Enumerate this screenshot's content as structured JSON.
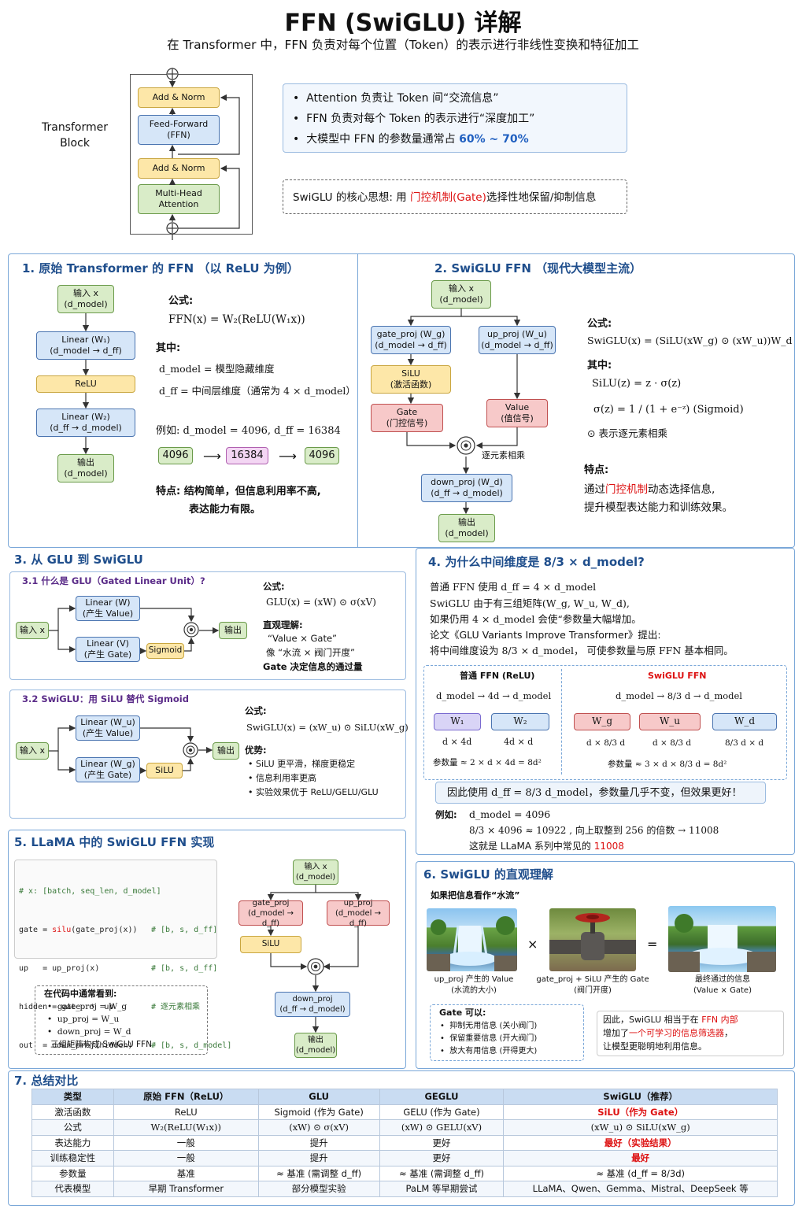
{
  "title": "FFN (SwiGLU) 详解",
  "subtitle": "在 Transformer 中，FFN 负责对每个位置（Token）的表示进行非线性变换和特征加工",
  "block": {
    "label": "Transformer Block",
    "add_norm": "Add & Norm",
    "ffn": "Feed-Forward (FFN)",
    "mha": "Multi-Head Attention"
  },
  "intro": {
    "b1": "Attention 负责让 Token 间“交流信息”",
    "b2": "FFN 负责对每个 Token 的表示进行“深度加工”",
    "b3": "大模型中 FFN 的参数量通常占",
    "b3_hl": "60% ~ 70%",
    "core_pre": "SwiGLU 的核心思想:   用",
    "core_hl": "门控机制(Gate)",
    "core_post": "选择性地保留/抑制信息"
  },
  "s1": {
    "title": "1.  原始 Transformer 的 FFN （以 ReLU 为例）",
    "in": "输入 x",
    "in2": "(d_model)",
    "l1": "Linear (W₁)",
    "l1b": "(d_model → d_ff)",
    "relu": "ReLU",
    "l2": "Linear (W₂)",
    "l2b": "(d_ff → d_model)",
    "out": "输出",
    "out2": "(d_model)",
    "formula_lbl": "公式:",
    "formula": "FFN(x) = W₂(ReLU(W₁x))",
    "where": "其中:",
    "dm": "d_model = 模型隐藏维度",
    "dff": "d_ff = 中间层维度（通常为 4 × d_model）",
    "ex": "例如:  d_model = 4096,  d_ff = 16384",
    "n1": "4096",
    "n2": "16384",
    "n3": "4096",
    "feat": "特点:  结构简单，但信息利用率不高,",
    "feat2": "表达能力有限。"
  },
  "s2": {
    "title": "2.  SwiGLU FFN （现代大模型主流）",
    "in": "输入 x",
    "in2": "(d_model)",
    "gp": "gate_proj (W_g)",
    "gp2": "(d_model → d_ff)",
    "up": "up_proj (W_u)",
    "up2": "(d_model → d_ff)",
    "silu": "SiLU",
    "silu2": "(激活函数)",
    "gate": "Gate",
    "gate2": "(门控信号)",
    "val": "Value",
    "val2": "(值信号)",
    "mul": "逐元素相乘",
    "down": "down_proj (W_d)",
    "down2": "(d_ff → d_model)",
    "out": "输出",
    "out2": "(d_model)",
    "formula_lbl": "公式:",
    "formula": "SwiGLU(x) = (SiLU(xW_g) ⊙ (xW_u))W_d",
    "where": "其中:",
    "silu_f": "SiLU(z) = z · σ(z)",
    "sig_f": "σ(z) = 1 / (1 + e⁻ᶻ)   (Sigmoid)",
    "odot": "⊙  表示逐元素相乘",
    "feat": "特点:",
    "feat_pre": "通过",
    "feat_hl": "门控机制",
    "feat_post": "动态选择信息,",
    "feat2": "提升模型表达能力和训练效果。"
  },
  "s3": {
    "title": "3. 从 GLU 到 SwiGLU",
    "t31": "3.1 什么是 GLU（Gated Linear Unit）?",
    "in": "输入 x",
    "lw": "Linear (W)",
    "lw2": "(产生 Value)",
    "lv": "Linear (V)",
    "lv2": "(产生 Gate)",
    "sig": "Sigmoid",
    "out": "输出",
    "f_lbl": "公式:",
    "f": "GLU(x) = (xW) ⊙ σ(xV)",
    "u_lbl": "直观理解:",
    "u1": "“Value × Gate”",
    "u2": "像 “水流 × 阀门开度”",
    "u3": "Gate 决定信息的通过量",
    "t32": "3.2 SwiGLU：用 SiLU 替代 Sigmoid",
    "lwu": "Linear (W_u)",
    "lwu2": "(产生 Value)",
    "lwg": "Linear (W_g)",
    "lwg2": "(产生 Gate)",
    "silu": "SiLU",
    "f2_lbl": "公式:",
    "f2": "SwiGLU(x) = (xW_u) ⊙ SiLU(xW_g)",
    "adv": "优势:",
    "a1": "• SiLU 更平滑，梯度更稳定",
    "a2": "• 信息利用率更高",
    "a3": "• 实验效果优于 ReLU/GELU/GLU"
  },
  "s4": {
    "title": "4.  为什么中间维度是 8/3 × d_model?",
    "l1": "普通 FFN 使用 d_ff = 4 × d_model",
    "l2": "SwiGLU 由于有三组矩阵(W_g, W_u, W_d),",
    "l3": "如果仍用  4 × d_model 会使“参数量大幅增加。",
    "l4": "论文《GLU Variants Improve Transformer》提出:",
    "l5": "将中间维度设为 8/3 × d_model，  可使参数量与原 FFN 基本相同。",
    "p_title": "普通 FFN (ReLU)",
    "p_flow": "d_model  →  4d  →  d_model",
    "w1": "W₁",
    "w2": "W₂",
    "w1d": "d × 4d",
    "w2d": "4d × d",
    "p_cnt": "参数量 ≈  2 × d × 4d = 8d²",
    "s_title": "SwiGLU FFN",
    "s_flow": "d_model  →  8/3 d  →  d_model",
    "wg": "W_g",
    "wu": "W_u",
    "wd": "W_d",
    "wgd": "d × 8/3 d",
    "wud": "d × 8/3 d",
    "wdd": "8/3 d × d",
    "s_cnt": "参数量 ≈  3 × d × 8/3 d  = 8d²",
    "concl": "因此使用 d_ff = 8/3 d_model，参数量几乎不变，但效果更好！",
    "ex_lbl": "例如:",
    "ex1": "d_model = 4096",
    "ex2": "8/3 × 4096 ≈ 10922   ,   向上取整到 256 的倍数  →  11008",
    "ex3_pre": "这就是 LLaMA 系列中常见的",
    "ex3_hl": "11008"
  },
  "s5": {
    "title": "5. LLaMA 中的 SwiGLU FFN 实现",
    "c0": "# x: [batch, seq_len, d_model]",
    "c1a": "gate = ",
    "c1b": "silu",
    "c1c": "(gate_proj(x))",
    "c1d": "# [b, s, d_ff]",
    "c2a": "up   = up_proj(x)",
    "c2d": "# [b, s, d_ff]",
    "c3a": "hidden = gate  *  up",
    "c3d": "# 逐元素相乘",
    "c4a": "out  = down_proj(hidden)",
    "c4d": "# [b, s, d_model]",
    "n_title": "在代码中通常看到:",
    "n1": "gate_proj  =  W_g",
    "n2": "up_proj  =  W_u",
    "n3": "down_proj  =  W_d",
    "n4": "三组矩阵构成 SwiGLU FFN",
    "in": "输入 x",
    "in2": "(d_model)",
    "gp": "gate_proj",
    "gp2": "(d_model → d_ff)",
    "up": "up_proj",
    "up2": "(d_model → d_ff)",
    "silu": "SiLU",
    "down": "down_proj",
    "down2": "(d_ff → d_model)",
    "out": "输出",
    "out2": "(d_model)"
  },
  "s6": {
    "title": "6.  SwiGLU 的直观理解",
    "intro": "如果把信息看作“水流”",
    "c1": "up_proj 产生的 Value",
    "c1b": "(水流的大小)",
    "c2": "gate_proj + SiLU 产生的 Gate",
    "c2b": "(阀门开度)",
    "c3": "最终通过的信息",
    "c3b": "(Value × Gate)",
    "g_title": "Gate 可以:",
    "g1": "抑制无用信息  (关小阀门)",
    "g2": "保留重要信息  (开大阀门)",
    "g3": "放大有用信息  (开得更大)",
    "r1_pre": "因此，SwiGLU 相当于在",
    "r1_hl": "FFN 内部",
    "r2_pre": "增加了",
    "r2_hl": "一个可学习的信息筛选器",
    "r2_post": "，",
    "r3": "让模型更聪明地利用信息。"
  },
  "s7": {
    "title": "7. 总结对比",
    "header": [
      "类型",
      "原始 FFN（ReLU）",
      "GLU",
      "GEGLU",
      "SwiGLU（推荐）"
    ],
    "rows": [
      [
        "激活函数",
        "ReLU",
        "Sigmoid (作为 Gate)",
        "GELU (作为 Gate)",
        "SiLU（作为 Gate）"
      ],
      [
        "公式",
        "W₂(ReLU(W₁x))",
        "(xW) ⊙ σ(xV)",
        "(xW) ⊙ GELU(xV)",
        "(xW_u) ⊙ SiLU(xW_g)"
      ],
      [
        "表达能力",
        "一般",
        "提升",
        "更好",
        "最好（实验结果）"
      ],
      [
        "训练稳定性",
        "一般",
        "提升",
        "更好",
        "最好"
      ],
      [
        "参数量",
        "基准",
        "≈ 基准  (需调整 d_ff)",
        "≈ 基准  (需调整 d_ff)",
        "≈ 基准  (d_ff = 8/3d)"
      ],
      [
        "代表模型",
        "早期 Transformer",
        "部分模型实验",
        "PaLM 等早期尝试",
        "LLaMA、Qwen、Gemma、Mistral、DeepSeek 等"
      ]
    ]
  },
  "colors": {
    "accent": "#1f4e8c",
    "red": "#d11111",
    "blue": "#1f5fc0"
  }
}
